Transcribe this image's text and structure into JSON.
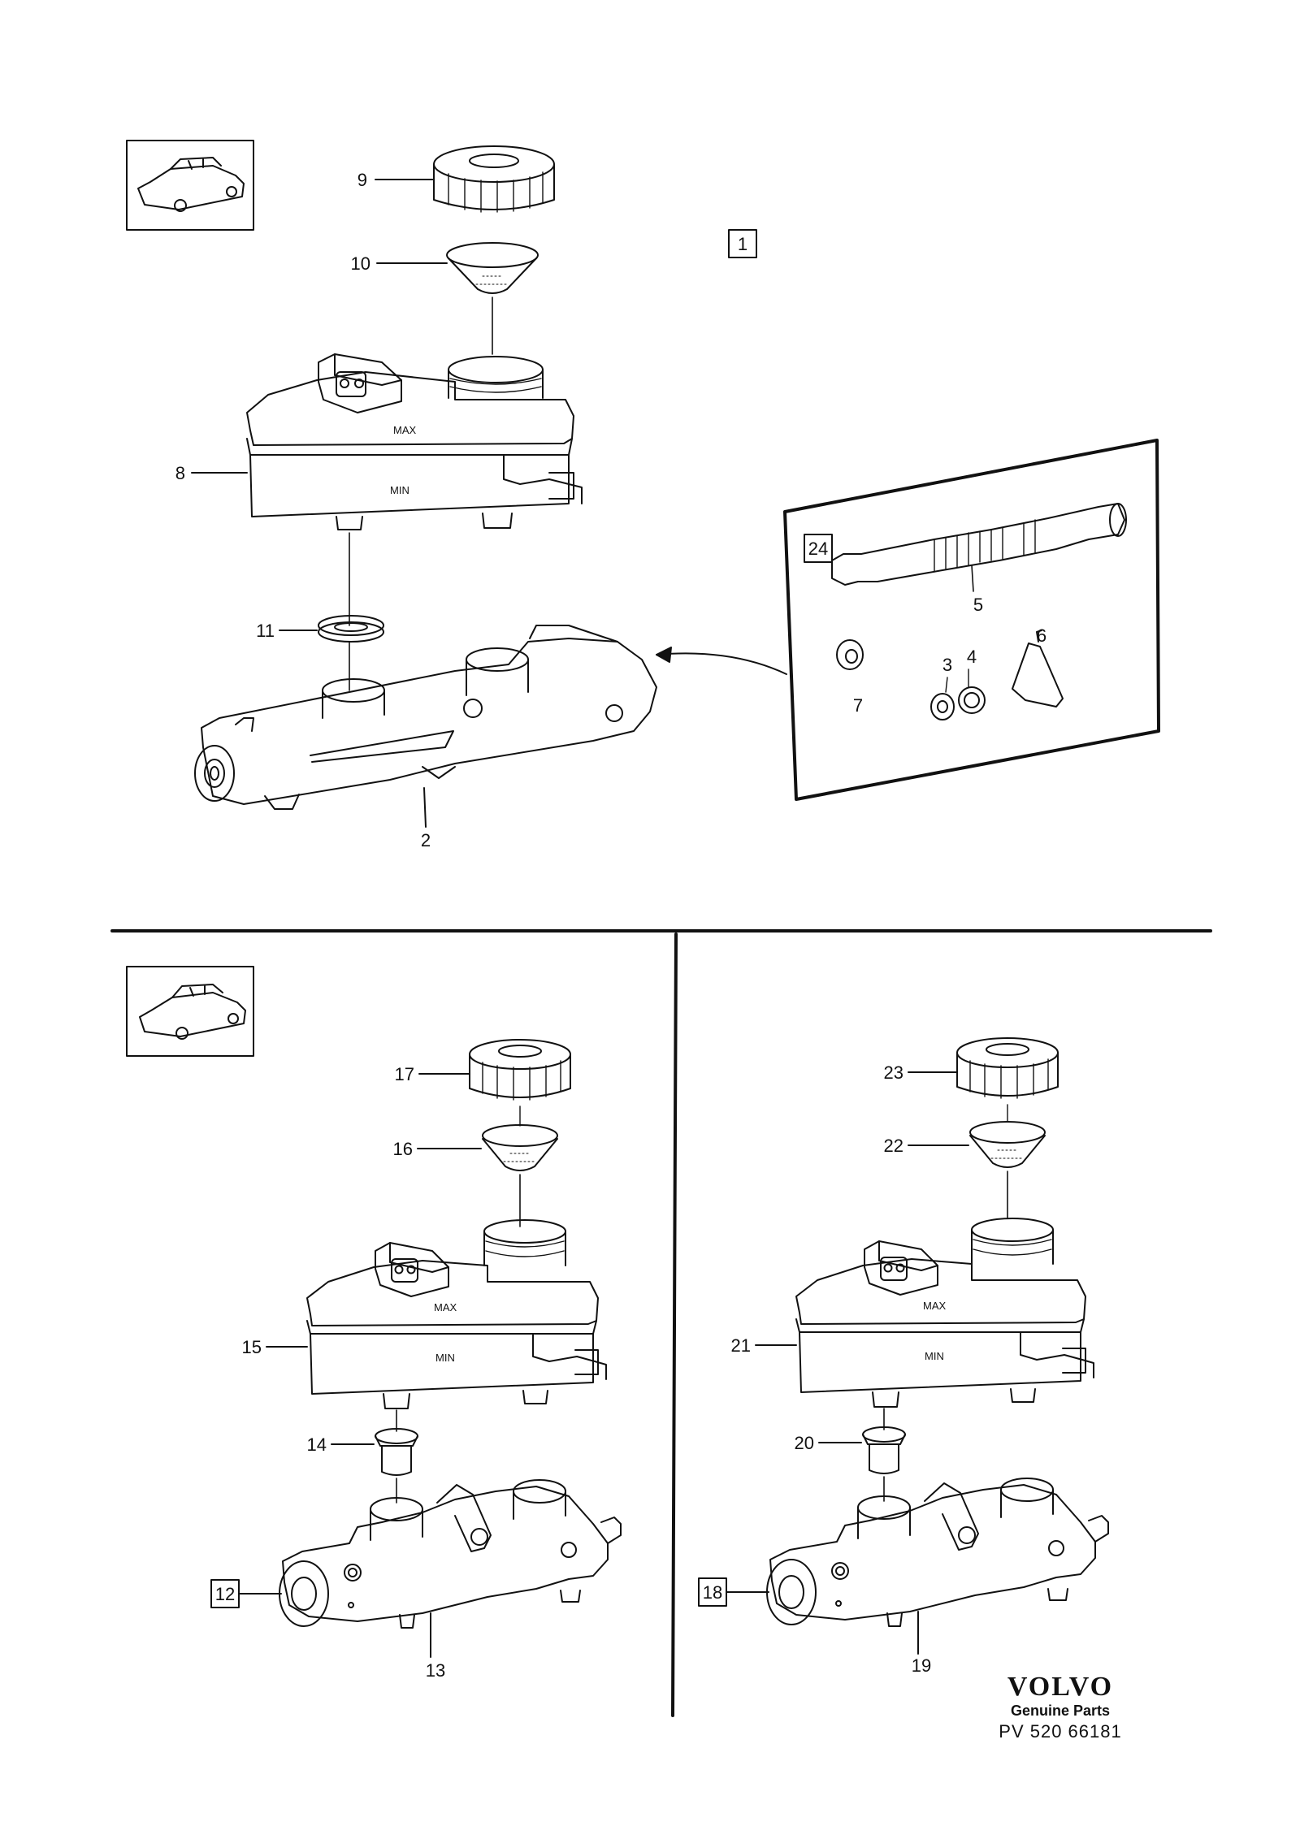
{
  "sections": {
    "top": {
      "box_label": "1",
      "callouts": {
        "cap": "9",
        "seal": "10",
        "reservoir": "8",
        "grommet": "11",
        "cylinder": "2"
      },
      "kit": {
        "box_label": "24",
        "callouts": {
          "piston": "5",
          "ring": "7",
          "seal_a": "3",
          "seal_b": "4",
          "clip": "6"
        }
      }
    },
    "bottom_left": {
      "box_label": "12",
      "callouts": {
        "cap": "17",
        "seal": "16",
        "reservoir": "15",
        "grommet": "14",
        "cylinder": "13"
      }
    },
    "bottom_right": {
      "box_label": "18",
      "callouts": {
        "cap": "23",
        "seal": "22",
        "reservoir": "21",
        "grommet": "20",
        "cylinder": "19"
      }
    }
  },
  "embossed": {
    "max": "MAX",
    "min": "MIN"
  },
  "brand": {
    "logo": "VOLVO",
    "tagline": "Genuine Parts",
    "code": "PV 520 66181"
  }
}
